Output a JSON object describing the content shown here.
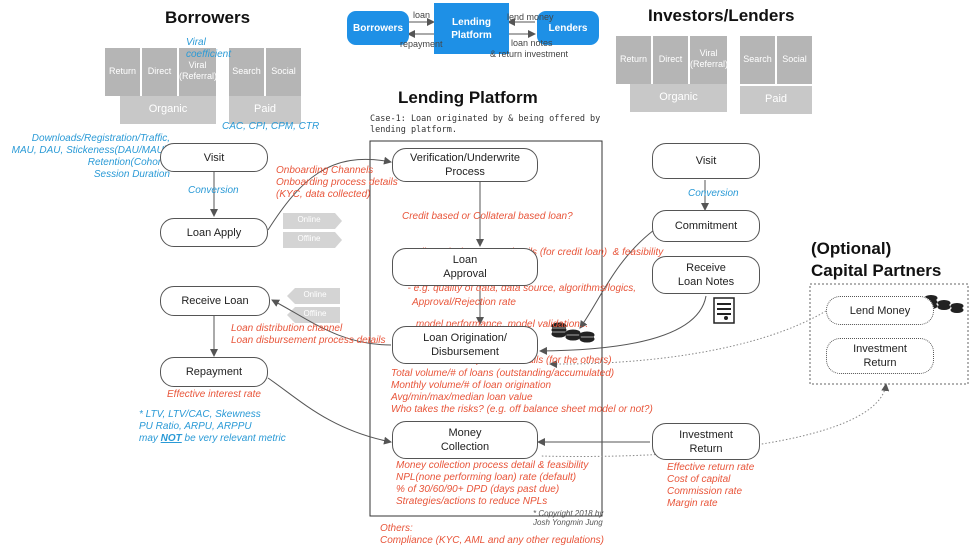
{
  "headings": {
    "borrowers": "Borrowers",
    "investors": "Investors/Lenders",
    "platform": "Lending Platform",
    "capital_line1": "(Optional)",
    "capital_line2": "Capital Partners"
  },
  "top_flow": {
    "borrowers": "Borrowers",
    "platform_line1": "Lending",
    "platform_line2": "Platform",
    "lenders": "Lenders",
    "loan": "loan",
    "repayment": "repayment",
    "lend_money": "lend money",
    "loan_notes": "loan notes",
    "return_investment": "& return investment"
  },
  "borrower_channels": {
    "return": "Return",
    "direct": "Direct",
    "viral_line1": "Viral",
    "viral_line2": "(Referral)",
    "search": "Search",
    "social": "Social",
    "organic": "Organic",
    "paid": "Paid",
    "viral_coefficient_line1": "Viral",
    "viral_coefficient_line2": "coefficient",
    "cac_metrics": "CAC, CPI, CPM, CTR"
  },
  "investor_channels": {
    "return": "Return",
    "direct": "Direct",
    "viral_line1": "Viral",
    "viral_line2": "(Referral)",
    "search": "Search",
    "social": "Social",
    "organic": "Organic",
    "paid": "Paid"
  },
  "borrower_metrics": [
    "Downloads/Registration/Traffic,",
    "MAU, DAU, Stickeness(DAU/MAU),",
    "Retention(Cohort),",
    "Session Duration"
  ],
  "borrower_nodes": {
    "visit": "Visit",
    "conversion": "Conversion",
    "loan_apply": "Loan Apply",
    "receive_loan": "Receive Loan",
    "repayment": "Repayment",
    "effective_rate": "Effective interest rate"
  },
  "channel_tags": {
    "online": "Online",
    "offline": "Offline",
    "online2": "Online",
    "offline2": "Offline"
  },
  "onboarding_notes": [
    "Onboarding Channels",
    "Onboarding process details",
    "(KYC, data collected)"
  ],
  "distribution_notes": [
    "Loan distribution channel",
    "Loan disbursement process details"
  ],
  "ltv_notes": {
    "line1": "* LTV, LTV/CAC, Skewness",
    "line2": "PU Ratio, ARPU, ARPPU",
    "line3_pre": "may ",
    "line3_not": "NOT",
    "line3_post": " be very relevant metric"
  },
  "platform": {
    "case_line1": "Case-1: Loan originated by & being offered by",
    "case_line2": "lending platform.",
    "verification_line1": "Verification/Underwrite",
    "verification_line2": "Process",
    "credit_notes": [
      "Credit based or Collateral based loan?",
      "Credit analysis process details (for credit loan)  & feasibility",
      "  - e.g. quality of data, data source, algorithms/logics,",
      "     model performance, model validation...",
      "Loan underwrite process details (for the others)"
    ],
    "approval_line1": "Loan",
    "approval_line2": "Approval",
    "approval_rate": "Approval/Rejection rate",
    "origination_line1": "Loan Origination/",
    "origination_line2": "Disbursement",
    "volume_notes": [
      "Total volume/# of loans (outstanding/accumulated)",
      "Monthly volume/# of loan origination",
      "Avg/min/max/median loan value",
      "Who takes the risks? (e.g. off balance sheet model or not?)"
    ],
    "collection_line1": "Money",
    "collection_line2": "Collection",
    "collection_notes": [
      "Money collection process detail & feasibility",
      "NPL(none performing loan) rate (default)",
      "% of 30/60/90+ DPD (days past due)",
      "Strategies/actions to reduce NPLs"
    ],
    "copyright_line1": "* Copyright  2018 by",
    "copyright_line2": "Josh Yongmin Jung",
    "others_title": "Others:",
    "others_line": "Compliance (KYC, AML and any other regulations)"
  },
  "investor_nodes": {
    "visit": "Visit",
    "conversion": "Conversion",
    "commitment": "Commitment",
    "receive_line1": "Receive",
    "receive_line2": "Loan Notes",
    "investment_return_line1": "Investment",
    "investment_return_line2": "Return",
    "return_notes": [
      "Effective return rate",
      "Cost of capital",
      "Commission rate",
      "Margin rate"
    ]
  },
  "capital_nodes": {
    "lend_money": "Lend Money",
    "investment_line1": "Investment",
    "investment_line2": "Return"
  },
  "colors": {
    "accent_blue": "#1e90e6",
    "metric_blue": "#2a9ad6",
    "metric_red": "#e8553a",
    "channel_grey": "#b5b5b5"
  }
}
